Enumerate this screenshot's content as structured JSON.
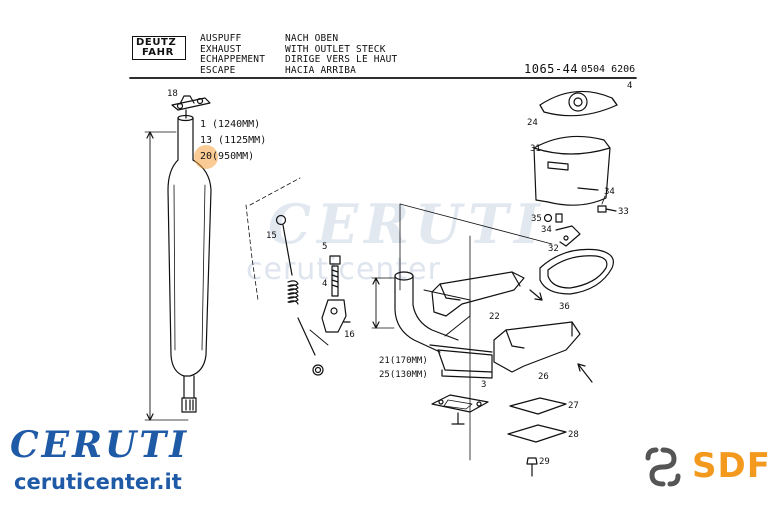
{
  "header": {
    "logo": {
      "line1": "DEUTZ",
      "line2": "FAHR"
    },
    "col1": [
      "AUSPUFF",
      "EXHAUST",
      "ECHAPPEMENT",
      "ESCAPE"
    ],
    "col2": [
      "NACH OBEN",
      "WITH OUTLET STECK",
      "DIRIGE VERS LE HAUT",
      "HACIA ARRIBA"
    ],
    "group_number": "1065-44",
    "part_number": "0504 6206",
    "page_number": "4"
  },
  "callouts": {
    "c18": "18",
    "variants": [
      "1 (1240MM)",
      "13 (1125MM)",
      "20(950MM)"
    ],
    "c15": "15",
    "c5": "5",
    "c4": "4",
    "c16": "16",
    "c24": "24",
    "c31": "31",
    "c34a": "34",
    "c33": "33",
    "c35": "35",
    "c34b": "34",
    "c32": "32",
    "c36": "36",
    "c22": "22",
    "c21": "21(170MM)",
    "c25": "25(130MM)",
    "c26": "26",
    "c3": "3",
    "c27": "27",
    "c28": "28",
    "c29": "29"
  },
  "watermark": {
    "brand": "CERUTI",
    "site": "ceruticenter"
  },
  "footer": {
    "brand": "CERUTI",
    "url": "ceruticenter.it",
    "sdf": "SDF"
  }
}
